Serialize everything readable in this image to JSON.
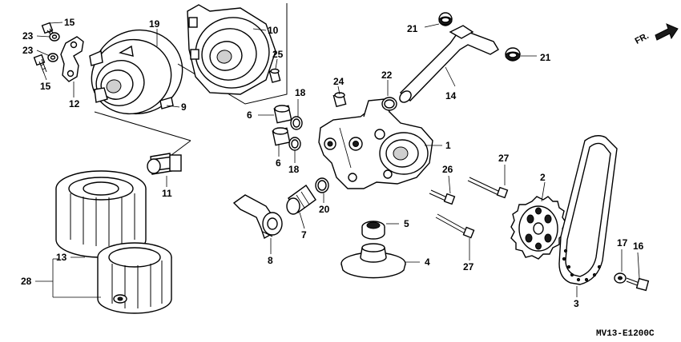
{
  "diagram": {
    "drawing_code": "MV13-E1200C",
    "direction_label": "FR.",
    "labels": [
      {
        "id": "l1",
        "text": "1"
      },
      {
        "id": "l2",
        "text": "2"
      },
      {
        "id": "l3",
        "text": "3"
      },
      {
        "id": "l4",
        "text": "4"
      },
      {
        "id": "l5",
        "text": "5"
      },
      {
        "id": "l6a",
        "text": "6"
      },
      {
        "id": "l6b",
        "text": "6"
      },
      {
        "id": "l7",
        "text": "7"
      },
      {
        "id": "l8",
        "text": "8"
      },
      {
        "id": "l9",
        "text": "9"
      },
      {
        "id": "l10",
        "text": "10"
      },
      {
        "id": "l11",
        "text": "11"
      },
      {
        "id": "l12",
        "text": "12"
      },
      {
        "id": "l13",
        "text": "13"
      },
      {
        "id": "l14",
        "text": "14"
      },
      {
        "id": "l15a",
        "text": "15"
      },
      {
        "id": "l15b",
        "text": "15"
      },
      {
        "id": "l16",
        "text": "16"
      },
      {
        "id": "l17",
        "text": "17"
      },
      {
        "id": "l18a",
        "text": "18"
      },
      {
        "id": "l18b",
        "text": "18"
      },
      {
        "id": "l19",
        "text": "19"
      },
      {
        "id": "l20",
        "text": "20"
      },
      {
        "id": "l21a",
        "text": "21"
      },
      {
        "id": "l21b",
        "text": "21"
      },
      {
        "id": "l22",
        "text": "22"
      },
      {
        "id": "l23a",
        "text": "23"
      },
      {
        "id": "l23b",
        "text": "23"
      },
      {
        "id": "l24",
        "text": "24"
      },
      {
        "id": "l25",
        "text": "25"
      },
      {
        "id": "l26",
        "text": "26"
      },
      {
        "id": "l27a",
        "text": "27"
      },
      {
        "id": "l27b",
        "text": "27"
      },
      {
        "id": "l28",
        "text": "28"
      }
    ]
  }
}
